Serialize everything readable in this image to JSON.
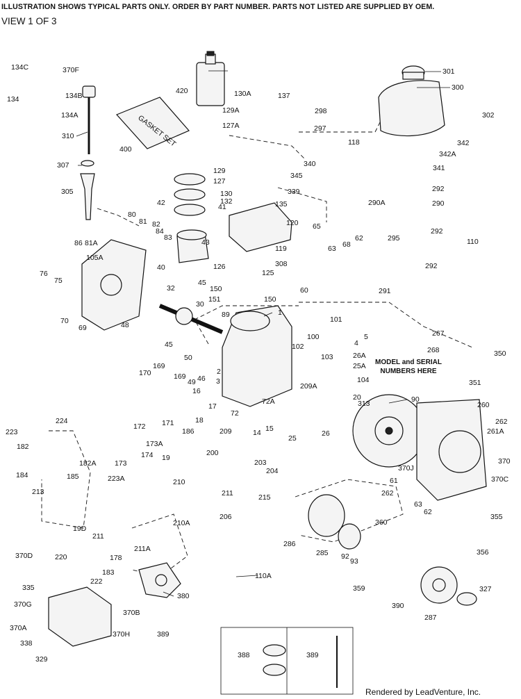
{
  "header": {
    "notice": "ILLUSTRATION SHOWS TYPICAL PARTS ONLY. ORDER BY PART NUMBER. PARTS NOT LISTED ARE SUPPLIED BY OEM.",
    "view": "VIEW 1 OF 3"
  },
  "model_note": {
    "line1": "MODEL and SERIAL",
    "line2": "NUMBERS HERE"
  },
  "credit": "Rendered by LeadVenture, Inc.",
  "parts": {
    "gasket_set": "GASKET SET",
    "labels": [
      "134C",
      "370F",
      "134",
      "134B",
      "134A",
      "310",
      "400",
      "307",
      "305",
      "420",
      "130A",
      "137",
      "129A",
      "298",
      "127A",
      "297",
      "300",
      "301",
      "302",
      "118",
      "342",
      "342A",
      "341",
      "340",
      "345",
      "129",
      "127",
      "130",
      "132",
      "339",
      "135",
      "42",
      "41",
      "80",
      "81",
      "82",
      "84",
      "83",
      "86",
      "81A",
      "105A",
      "76",
      "75",
      "40",
      "43",
      "120",
      "119",
      "65",
      "126",
      "125",
      "290A",
      "290",
      "292",
      "292",
      "110",
      "295",
      "62",
      "63",
      "68",
      "308",
      "60",
      "291",
      "292",
      "70",
      "69",
      "32",
      "45",
      "30",
      "150",
      "151",
      "150",
      "89",
      "1",
      "48",
      "101",
      "100",
      "5",
      "4",
      "267",
      "268",
      "102",
      "103",
      "26A",
      "25A",
      "209A",
      "104",
      "20",
      "313",
      "350",
      "351",
      "90",
      "260",
      "262",
      "261A",
      "370",
      "370C",
      "370J",
      "45",
      "50",
      "49",
      "46",
      "2",
      "3",
      "16",
      "17",
      "72A",
      "72",
      "14",
      "15",
      "25",
      "26",
      "169",
      "170",
      "169",
      "171",
      "173A",
      "172",
      "174",
      "173",
      "18",
      "186",
      "209",
      "200",
      "203",
      "204",
      "215",
      "211",
      "210",
      "19",
      "182A",
      "223A",
      "224",
      "223",
      "182",
      "185",
      "184",
      "213",
      "19D",
      "211",
      "211A",
      "178",
      "210A",
      "206",
      "61",
      "63",
      "62",
      "262",
      "286",
      "285",
      "92",
      "93",
      "360",
      "359",
      "355",
      "356",
      "327",
      "390",
      "287",
      "220",
      "370D",
      "335",
      "183",
      "222",
      "380",
      "370G",
      "370B",
      "370A",
      "338",
      "370H",
      "329",
      "389",
      "110A",
      "388",
      "389"
    ]
  }
}
